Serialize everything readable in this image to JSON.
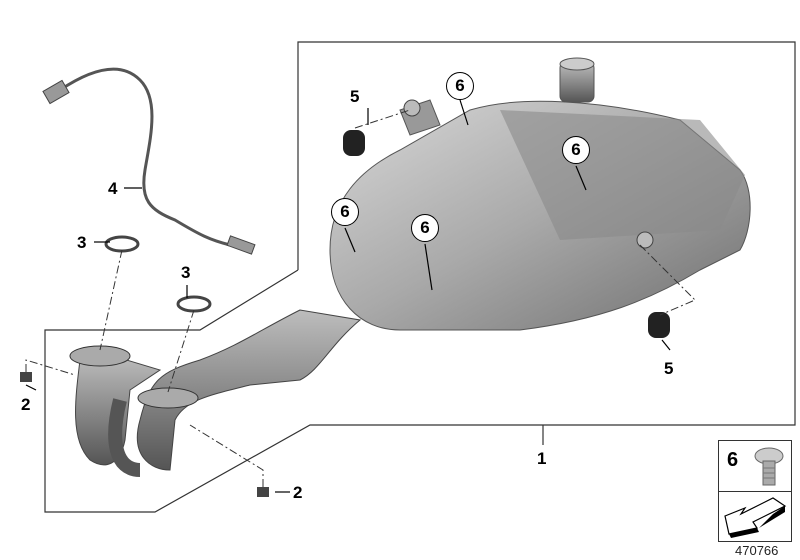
{
  "diagram": {
    "callouts": [
      {
        "id": "part-5-top",
        "text": "5"
      },
      {
        "id": "part-6-a",
        "text": "6"
      },
      {
        "id": "part-6-b",
        "text": "6"
      },
      {
        "id": "part-6-c",
        "text": "6"
      },
      {
        "id": "part-6-d",
        "text": "6"
      },
      {
        "id": "part-4",
        "text": "4"
      },
      {
        "id": "part-3-left",
        "text": "3"
      },
      {
        "id": "part-3-right",
        "text": "3"
      },
      {
        "id": "part-2-left",
        "text": "2"
      },
      {
        "id": "part-2-bottom",
        "text": "2"
      },
      {
        "id": "part-1",
        "text": "1"
      },
      {
        "id": "part-5-bottom",
        "text": "5"
      }
    ],
    "legend": {
      "number": "6",
      "icon": "screw-icon",
      "arrow_icon": "direction-arrow-icon"
    },
    "image_number": "470766"
  }
}
